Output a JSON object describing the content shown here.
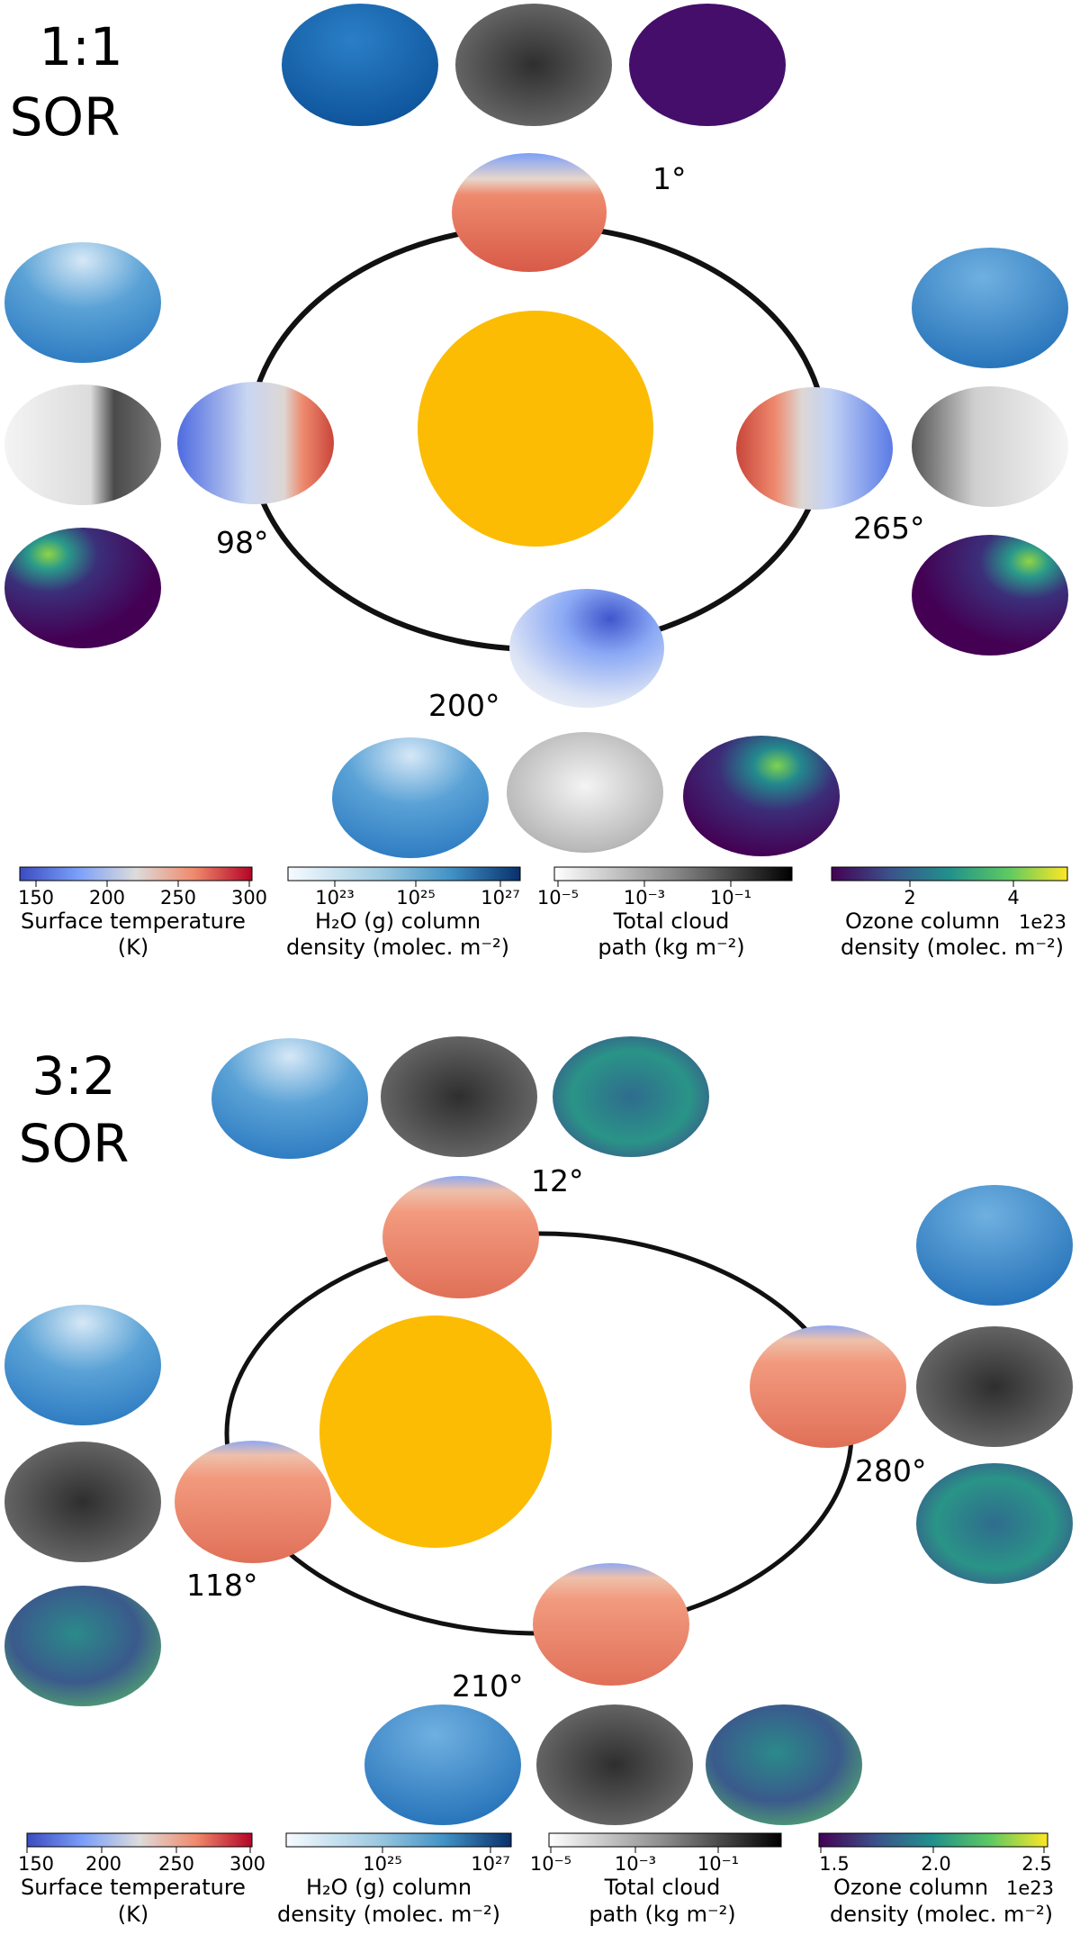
{
  "colors": {
    "star": "#fcbc04",
    "orbit": "#111111",
    "temp_cold": "#3b4cc0",
    "temp_mid": "#dddcdb",
    "temp_hot": "#b40426",
    "water_light": "#f7fbff",
    "water_dark": "#08306b",
    "cloud_light": "#ffffff",
    "cloud_dark": "#000000",
    "ozone_low": "#440154",
    "ozone_mid": "#21918c",
    "ozone_high": "#fde725"
  },
  "panels": [
    {
      "title_line1": "1:1",
      "title_line2": "SOR",
      "angles": [
        "1°",
        "98°",
        "200°",
        "265°"
      ],
      "colorbars": [
        {
          "ticks": [
            "150",
            "200",
            "250",
            "300"
          ],
          "exp_marker": "",
          "label_line1": "Surface temperature",
          "label_line2": "(K)"
        },
        {
          "ticks": [
            "10²³",
            "10²⁵",
            "10²⁷"
          ],
          "exp_marker": "",
          "label_line1": "H₂O (g) column",
          "label_line2": "density (molec. m⁻²)"
        },
        {
          "ticks": [
            "10⁻⁵",
            "10⁻³",
            "10⁻¹"
          ],
          "exp_marker": "",
          "label_line1": "Total cloud",
          "label_line2": "path (kg m⁻²)"
        },
        {
          "ticks": [
            "2",
            "4"
          ],
          "exp_marker": "1e23",
          "label_line1": "Ozone column",
          "label_line2": "density (molec. m⁻²)"
        }
      ]
    },
    {
      "title_line1": "3:2",
      "title_line2": "SOR",
      "angles": [
        "12°",
        "118°",
        "210°",
        "280°"
      ],
      "colorbars": [
        {
          "ticks": [
            "150",
            "200",
            "250",
            "300"
          ],
          "exp_marker": "",
          "label_line1": "Surface temperature",
          "label_line2": "(K)"
        },
        {
          "ticks": [
            "10²⁵",
            "10²⁷"
          ],
          "exp_marker": "",
          "label_line1": "H₂O (g) column",
          "label_line2": "density (molec. m⁻²)"
        },
        {
          "ticks": [
            "10⁻⁵",
            "10⁻³",
            "10⁻¹"
          ],
          "exp_marker": "",
          "label_line1": "Total cloud",
          "label_line2": "path (kg m⁻²)"
        },
        {
          "ticks": [
            "1.5",
            "2.0",
            "2.5"
          ],
          "exp_marker": "1e23",
          "label_line1": "Ozone column",
          "label_line2": "density (molec. m⁻²)"
        }
      ]
    }
  ]
}
